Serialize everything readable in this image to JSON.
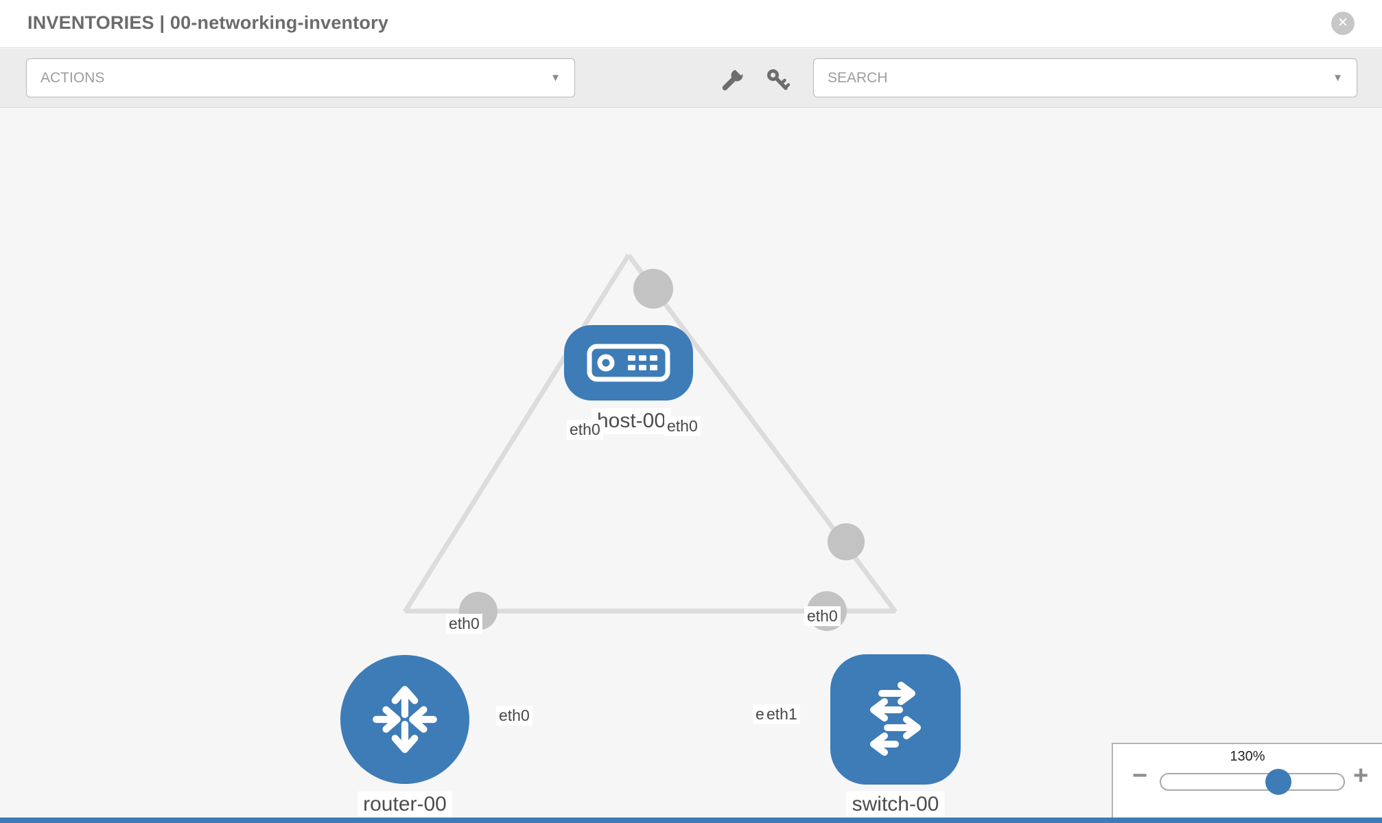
{
  "header": {
    "title": "INVENTORIES | 00-networking-inventory",
    "close_glyph": "✕"
  },
  "toolbar": {
    "actions_label": "ACTIONS",
    "search_label": "SEARCH",
    "caret_glyph": "▼",
    "tools": [
      {
        "icon": "wrench-icon"
      },
      {
        "icon": "key-icon"
      }
    ]
  },
  "topology": {
    "nodes": [
      {
        "id": "host-00",
        "label": "host-00",
        "type": "host",
        "icon": "server-icon"
      },
      {
        "id": "router-00",
        "label": "router-00",
        "type": "router",
        "icon": "router-arrows-icon"
      },
      {
        "id": "switch-00",
        "label": "switch-00",
        "type": "switch",
        "icon": "switch-arrows-icon"
      }
    ],
    "links": [
      {
        "from": "host-00",
        "to": "router-00"
      },
      {
        "from": "host-00",
        "to": "switch-00"
      },
      {
        "from": "router-00",
        "to": "switch-00"
      }
    ],
    "port_labels": [
      {
        "text": "eth0",
        "position": "host-00 lower-left"
      },
      {
        "text": "eth0",
        "position": "host-00 lower-right"
      },
      {
        "text": "eth0",
        "position": "router-00 on link to host-00"
      },
      {
        "text": "eth0",
        "position": "switch-00 on link to host-00"
      },
      {
        "text": "eth0",
        "position": "router-00 on link to switch-00"
      },
      {
        "text": "eth0",
        "position": "switch-00 on link to router-00 (underneath)"
      },
      {
        "text": "eth1",
        "position": "switch-00 on link to router-00 (on top)"
      }
    ],
    "colors": {
      "node_blue": "#3d7cb7",
      "link_gray": "#dcdcdc",
      "connector_gray": "#c3c3c3"
    }
  },
  "zoom_control": {
    "level": "130%",
    "minus_glyph": "−",
    "plus_glyph": "+"
  }
}
